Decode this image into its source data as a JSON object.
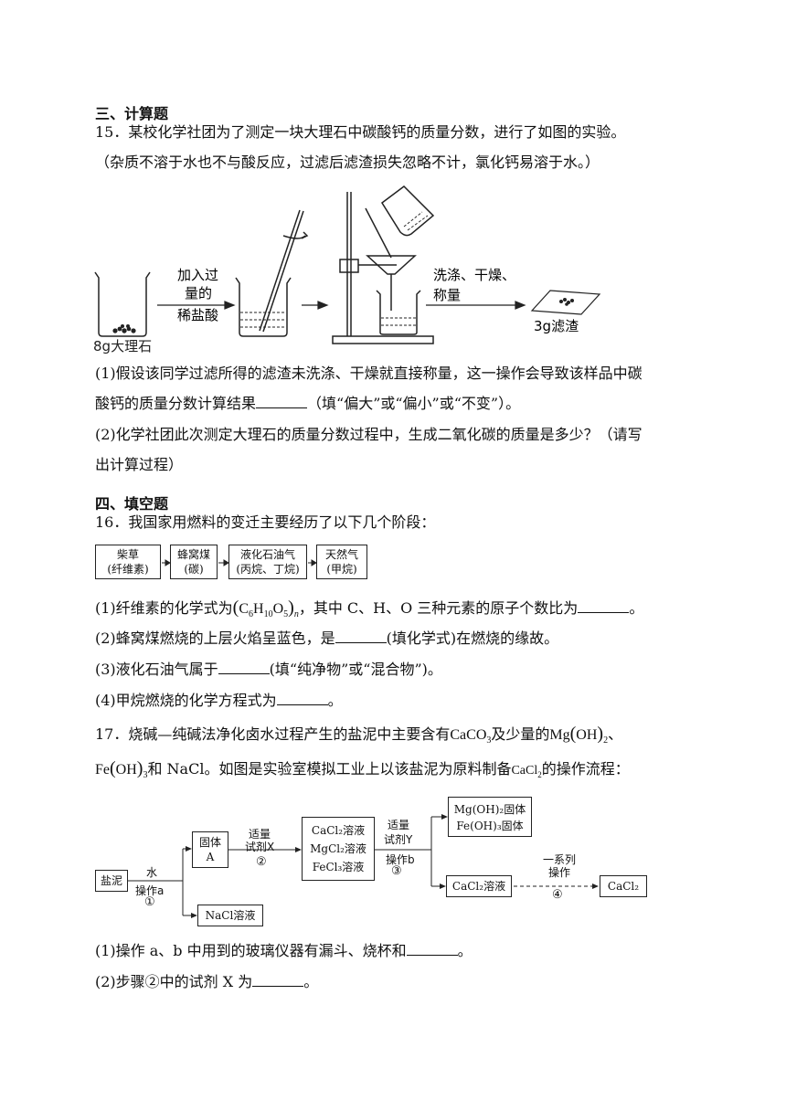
{
  "section3": {
    "title": "三、计算题"
  },
  "q15": {
    "stem1": "15．某校化学社团为了测定一块大理石中碳酸钙的质量分数，进行了如图的实验。",
    "stem2": "（杂质不溶于水也不与酸反应，过滤后滤渣损失忽略不计，氯化钙易溶于水。）",
    "diagram": {
      "sample_label": "8g大理石",
      "step1_line1": "加入过",
      "step1_line2": "量的",
      "step1_line3": "稀盐酸",
      "step2_line1": "洗涤、干燥、",
      "step2_line2": "称量",
      "residue_label": "3g滤渣"
    },
    "p1_line1": "(1)假设该同学过滤所得的滤渣未洗涤、干燥就直接称量，这一操作会导致该样品中碳",
    "p1_line2a": "酸钙的质量分数计算结果",
    "p1_line2b": "（填“偏大”或“偏小”或“不变”）。",
    "p2_line1": "(2)化学社团此次测定大理石的质量分数过程中，生成二氧化碳的质量是多少？（请写",
    "p2_line2": "出计算过程）"
  },
  "section4": {
    "title": "四、填空题"
  },
  "q16": {
    "stem": "16．我国家用燃料的变迁主要经历了以下几个阶段：",
    "stages": [
      {
        "name": "柴草",
        "sub": "(纤维素)"
      },
      {
        "name": "蜂窝煤",
        "sub": "(碳)"
      },
      {
        "name": "液化石油气",
        "sub": "(丙烷、丁烷)"
      },
      {
        "name": "天然气",
        "sub": "(甲烷)"
      }
    ],
    "p1a": "(1)纤维素的化学式为",
    "p1_formula": "(C6H10O5)n",
    "p1b": "，其中 C、H、O 三种元素的原子个数比为",
    "p1c": "。",
    "p2a": "(2)蜂窝煤燃烧的上层火焰呈蓝色，是",
    "p2b": "(填化学式)在燃烧的缘故。",
    "p3a": "(3)液化石油气属于",
    "p3b": "(填“纯净物”或“混合物”)。",
    "p4a": "(4)甲烷燃烧的化学方程式为",
    "p4b": "。"
  },
  "q17": {
    "stem1a": "17．烧碱—纯碱法净化卤水过程产生的盐泥中主要含有",
    "stem1b": "及少量的",
    "stem2a": "和 NaCl。如图是实验室模拟工业上以该盐泥为原料制备",
    "stem2b": "的操作流程：",
    "flow": {
      "start": "盐泥",
      "water": "水",
      "op_a": "操作a",
      "step1": "①",
      "solid_a_l1": "固体",
      "solid_a_l2": "A",
      "nacl": "NaCl溶液",
      "reagent_x_l1": "适量",
      "reagent_x_l2": "试剂X",
      "step2": "②",
      "sol_l1": "CaCl₂溶液",
      "sol_l2": "MgCl₂溶液",
      "sol_l3": "FeCl₃溶液",
      "reagent_y_l1": "适量",
      "reagent_y_l2": "试剂Y",
      "op_b": "操作b",
      "step3": "③",
      "precip_l1": "Mg(OH)₂固体",
      "precip_l2": "Fe(OH)₃固体",
      "cacl2_sol": "CaCl₂溶液",
      "series_l1": "一系列",
      "series_l2": "操作",
      "step4": "④",
      "product": "CaCl₂"
    },
    "p1a": "(1)操作 a、b 中用到的玻璃仪器有漏斗、烧杯和",
    "p1b": "。",
    "p2a": "(2)步骤②中的试剂 X 为",
    "p2b": "。"
  }
}
